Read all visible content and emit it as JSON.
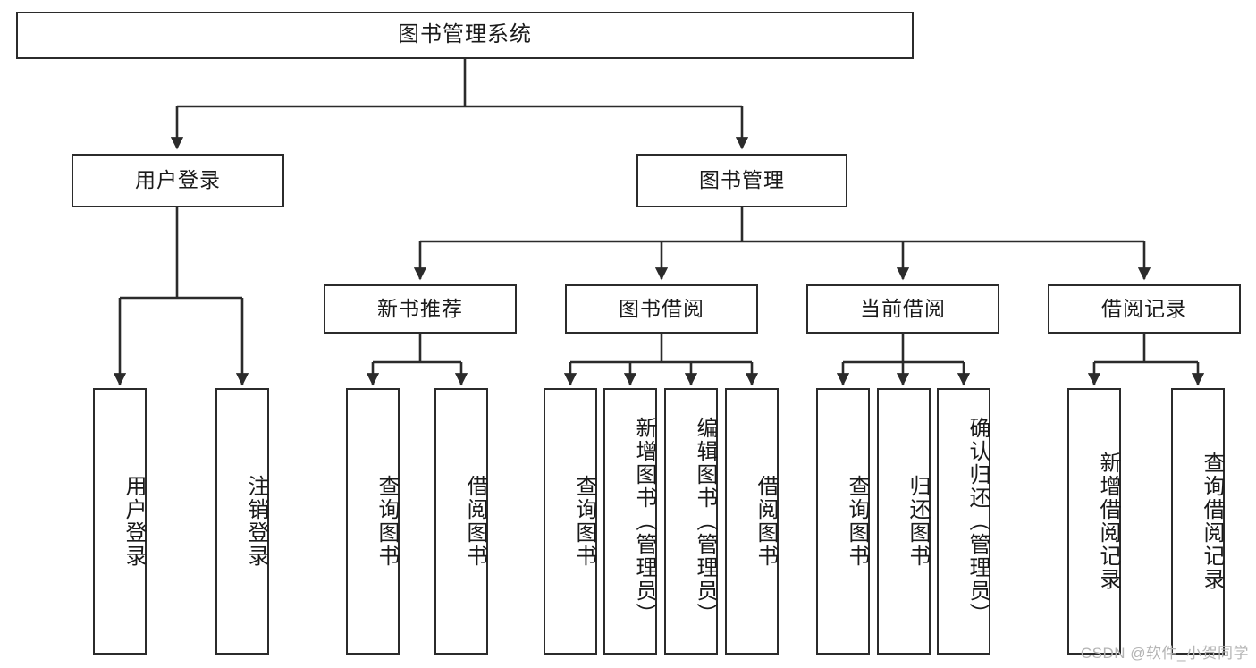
{
  "diagram": {
    "title": "图书管理系统",
    "type": "tree-hierarchy",
    "orientation": "top-down",
    "edge_color": "#2b2b2b",
    "node_border_color": "#2b2b2b",
    "node_fill_color": "#ffffff",
    "background_color": "#ffffff",
    "text_color": "#1a1a1a"
  },
  "nodes": {
    "root": {
      "label": "图书管理系统",
      "level": 1,
      "text_direction": "horizontal"
    },
    "l2": [
      {
        "id": "user-login",
        "label": "用户登录",
        "level": 2,
        "text_direction": "horizontal"
      },
      {
        "id": "book-manage",
        "label": "图书管理",
        "level": 2,
        "text_direction": "horizontal"
      }
    ],
    "l3": [
      {
        "id": "new-book-recommend",
        "label": "新书推荐",
        "level": 3,
        "text_direction": "horizontal"
      },
      {
        "id": "book-borrow",
        "label": "图书借阅",
        "level": 3,
        "text_direction": "horizontal"
      },
      {
        "id": "current-borrow",
        "label": "当前借阅",
        "level": 3,
        "text_direction": "horizontal"
      },
      {
        "id": "borrow-record",
        "label": "借阅记录",
        "level": 3,
        "text_direction": "horizontal"
      }
    ],
    "leaves": [
      {
        "id": "leaf-user-login",
        "label": "用户登录",
        "parent": "user-login",
        "text_direction": "vertical"
      },
      {
        "id": "leaf-user-logout",
        "label": "注销登录",
        "parent": "user-login",
        "text_direction": "vertical"
      },
      {
        "id": "leaf-query-book-1",
        "label": "查询图书",
        "parent": "new-book-recommend",
        "text_direction": "vertical"
      },
      {
        "id": "leaf-borrow-book-1",
        "label": "借阅图书",
        "parent": "new-book-recommend",
        "text_direction": "vertical"
      },
      {
        "id": "leaf-query-book-2",
        "label": "查询图书",
        "parent": "book-borrow",
        "text_direction": "vertical"
      },
      {
        "id": "leaf-add-book",
        "label": "新增图书（管理员）",
        "parent": "book-borrow",
        "text_direction": "vertical"
      },
      {
        "id": "leaf-edit-book",
        "label": "编辑图书（管理员）",
        "parent": "book-borrow",
        "text_direction": "vertical"
      },
      {
        "id": "leaf-borrow-book-2",
        "label": "借阅图书",
        "parent": "book-borrow",
        "text_direction": "vertical"
      },
      {
        "id": "leaf-query-book-3",
        "label": "查询图书",
        "parent": "current-borrow",
        "text_direction": "vertical"
      },
      {
        "id": "leaf-return-book",
        "label": "归还图书",
        "parent": "current-borrow",
        "text_direction": "vertical"
      },
      {
        "id": "leaf-confirm-return",
        "label": "确认归还（管理员）",
        "parent": "current-borrow",
        "text_direction": "vertical"
      },
      {
        "id": "leaf-add-record",
        "label": "新增借阅记录",
        "parent": "borrow-record",
        "text_direction": "vertical"
      },
      {
        "id": "leaf-query-record",
        "label": "查询借阅记录",
        "parent": "borrow-record",
        "text_direction": "vertical"
      }
    ]
  },
  "watermark": {
    "text": "CSDN @软件_小贺同学"
  }
}
